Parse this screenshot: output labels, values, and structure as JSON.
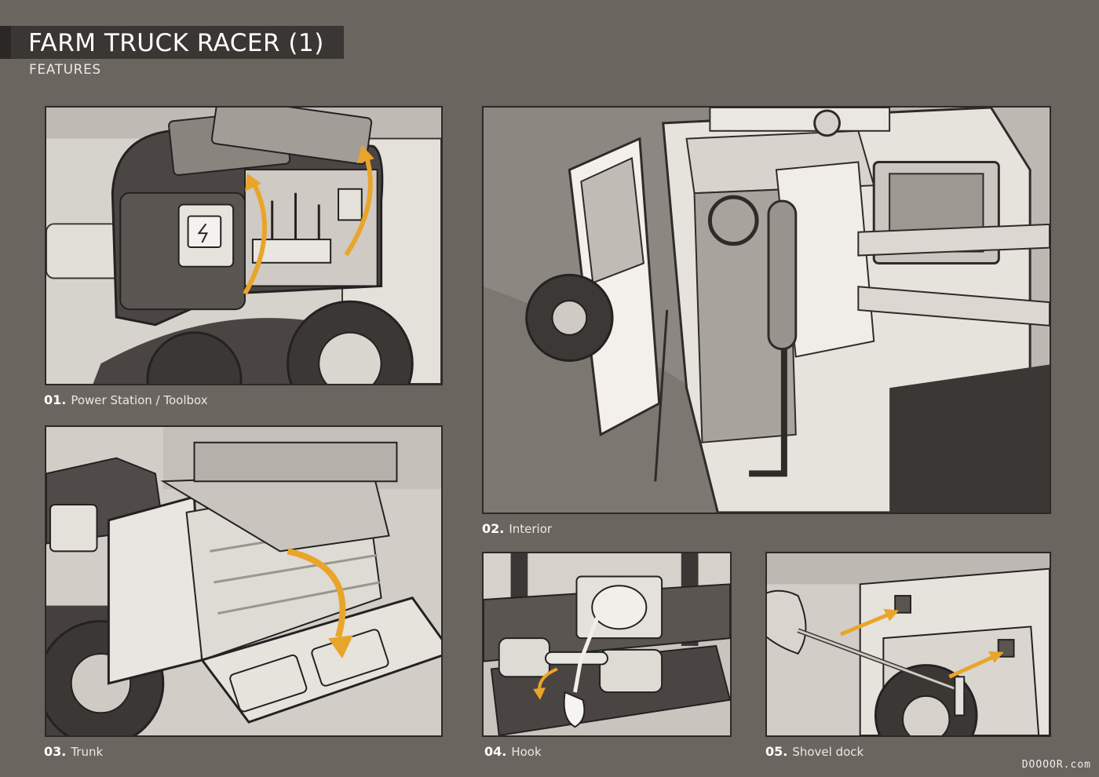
{
  "header": {
    "title": "FARM TRUCK RACER (1)",
    "subtitle": "FEATURES"
  },
  "panels": [
    {
      "number": "01.",
      "label": "Power Station / Toolbox",
      "icon": "power-station-toolbox-illustration"
    },
    {
      "number": "02.",
      "label": "Interior",
      "icon": "truck-interior-illustration"
    },
    {
      "number": "03.",
      "label": "Trunk",
      "icon": "truck-trunk-illustration"
    },
    {
      "number": "04.",
      "label": "Hook",
      "icon": "winch-hook-illustration"
    },
    {
      "number": "05.",
      "label": "Shovel dock",
      "icon": "shovel-dock-illustration"
    }
  ],
  "watermark": "DOOOOR.com",
  "colors": {
    "background": "#6b6560",
    "title_bar": "#3a3633",
    "accent_arrow": "#e9a52a",
    "panel_border": "#2c2927"
  }
}
